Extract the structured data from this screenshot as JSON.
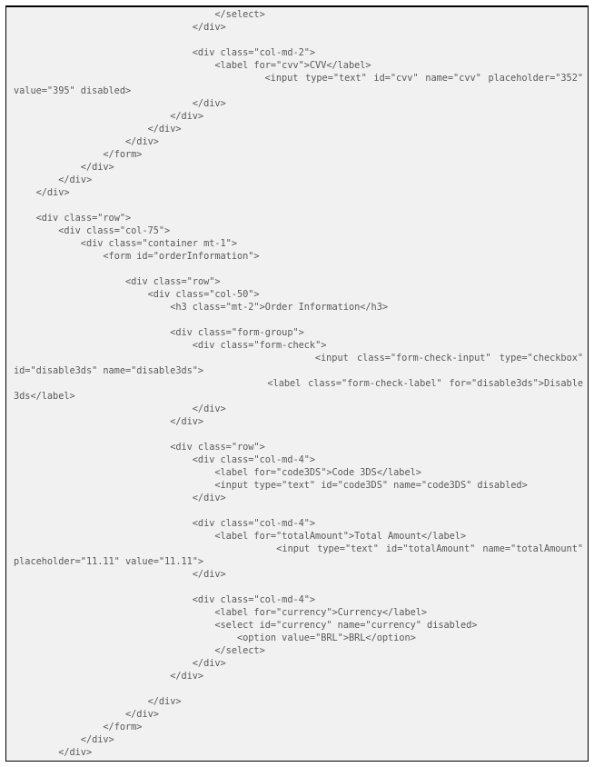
{
  "document": {
    "type": "html-source-code-listing",
    "lines": [
      {
        "indent": 36,
        "text": "</select>"
      },
      {
        "indent": 32,
        "text": "</div>"
      },
      {
        "indent": 0,
        "text": ""
      },
      {
        "indent": 32,
        "text": "<div class=\"col-md-2\">"
      },
      {
        "indent": 36,
        "text": "<label for=\"cvv\">CVV</label>"
      },
      {
        "indent": 36,
        "text": "<input  type=\"text\"  id=\"cvv\"  name=\"cvv\"  placeholder=\"352\"",
        "justify": true
      },
      {
        "indent": 0,
        "text": "value=\"395\" disabled>"
      },
      {
        "indent": 32,
        "text": "</div>"
      },
      {
        "indent": 28,
        "text": "</div>"
      },
      {
        "indent": 24,
        "text": "</div>"
      },
      {
        "indent": 20,
        "text": "</div>"
      },
      {
        "indent": 16,
        "text": "</form>"
      },
      {
        "indent": 12,
        "text": "</div>"
      },
      {
        "indent": 8,
        "text": "</div>"
      },
      {
        "indent": 4,
        "text": "</div>"
      },
      {
        "indent": 0,
        "text": ""
      },
      {
        "indent": 4,
        "text": "<div class=\"row\">"
      },
      {
        "indent": 8,
        "text": "<div class=\"col-75\">"
      },
      {
        "indent": 12,
        "text": "<div class=\"container mt-1\">"
      },
      {
        "indent": 16,
        "text": "<form id=\"orderInformation\">"
      },
      {
        "indent": 0,
        "text": ""
      },
      {
        "indent": 20,
        "text": "<div class=\"row\">"
      },
      {
        "indent": 24,
        "text": "<div class=\"col-50\">"
      },
      {
        "indent": 28,
        "text": "<h3 class=\"mt-2\">Order Information</h3>"
      },
      {
        "indent": 0,
        "text": ""
      },
      {
        "indent": 28,
        "text": "<div class=\"form-group\">"
      },
      {
        "indent": 32,
        "text": "<div class=\"form-check\">"
      },
      {
        "indent": 36,
        "text": "<input        class=\"form-check-input\"        type=\"checkbox\"",
        "justify": true
      },
      {
        "indent": 0,
        "text": "id=\"disable3ds\" name=\"disable3ds\">"
      },
      {
        "indent": 36,
        "text": "<label   class=\"form-check-label\"   for=\"disable3ds\">Disable",
        "justify": true
      },
      {
        "indent": 0,
        "text": "3ds</label>"
      },
      {
        "indent": 32,
        "text": "</div>"
      },
      {
        "indent": 28,
        "text": "</div>"
      },
      {
        "indent": 0,
        "text": ""
      },
      {
        "indent": 28,
        "text": "<div class=\"row\">"
      },
      {
        "indent": 32,
        "text": "<div class=\"col-md-4\">"
      },
      {
        "indent": 36,
        "text": "<label for=\"code3DS\">Code 3DS</label>"
      },
      {
        "indent": 36,
        "text": "<input type=\"text\" id=\"code3DS\" name=\"code3DS\" disabled>"
      },
      {
        "indent": 32,
        "text": "</div>"
      },
      {
        "indent": 0,
        "text": ""
      },
      {
        "indent": 32,
        "text": "<div class=\"col-md-4\">"
      },
      {
        "indent": 36,
        "text": "<label for=\"totalAmount\">Total Amount</label>"
      },
      {
        "indent": 36,
        "text": "<input   type=\"text\"   id=\"totalAmount\"   name=\"totalAmount\"",
        "justify": true
      },
      {
        "indent": 0,
        "text": "placeholder=\"11.11\" value=\"11.11\">"
      },
      {
        "indent": 32,
        "text": "</div>"
      },
      {
        "indent": 0,
        "text": ""
      },
      {
        "indent": 32,
        "text": "<div class=\"col-md-4\">"
      },
      {
        "indent": 36,
        "text": "<label for=\"currency\">Currency</label>"
      },
      {
        "indent": 36,
        "text": "<select id=\"currency\" name=\"currency\" disabled>"
      },
      {
        "indent": 40,
        "text": "<option value=\"BRL\">BRL</option>"
      },
      {
        "indent": 36,
        "text": "</select>"
      },
      {
        "indent": 32,
        "text": "</div>"
      },
      {
        "indent": 28,
        "text": "</div>"
      },
      {
        "indent": 0,
        "text": ""
      },
      {
        "indent": 24,
        "text": "</div>"
      },
      {
        "indent": 20,
        "text": "</div>"
      },
      {
        "indent": 16,
        "text": "</form>"
      },
      {
        "indent": 12,
        "text": "</div>"
      },
      {
        "indent": 8,
        "text": "</div>"
      }
    ]
  },
  "colors": {
    "background": "#f1f1f1",
    "text": "#5a5a5a",
    "border": "#000000"
  }
}
